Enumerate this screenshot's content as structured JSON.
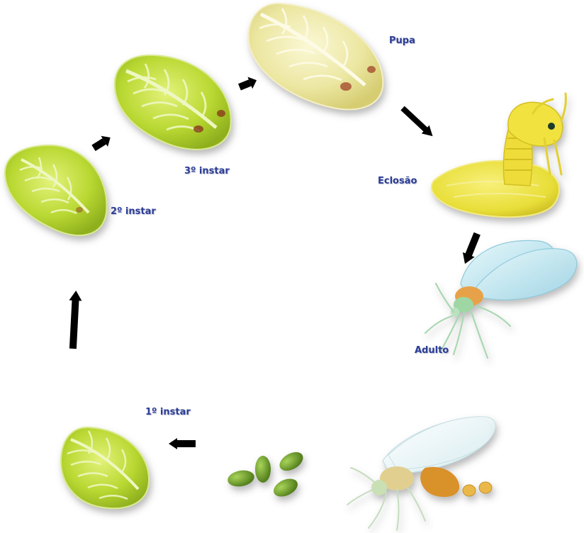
{
  "labels": {
    "pupa": "Pupa",
    "instar3": "3º instar",
    "instar2": "2º instar",
    "eclosao": "Eclosão",
    "adulto": "Adulto",
    "instar1": "1º instar"
  },
  "colors": {
    "label_text": "#2c3e95",
    "nymph_green": "#b9d832",
    "pupa_yellow": "#ece7a2",
    "eclosion_yellow": "#e8de38",
    "egg_green": "#6a9a28",
    "wing_blue": "#bfe6f0",
    "arrow": "#000000"
  },
  "icons": [
    "nymph-icon",
    "pupa-icon",
    "eclosion-icon",
    "adult-whitefly-icon",
    "egg-icon",
    "arrow-icon"
  ]
}
